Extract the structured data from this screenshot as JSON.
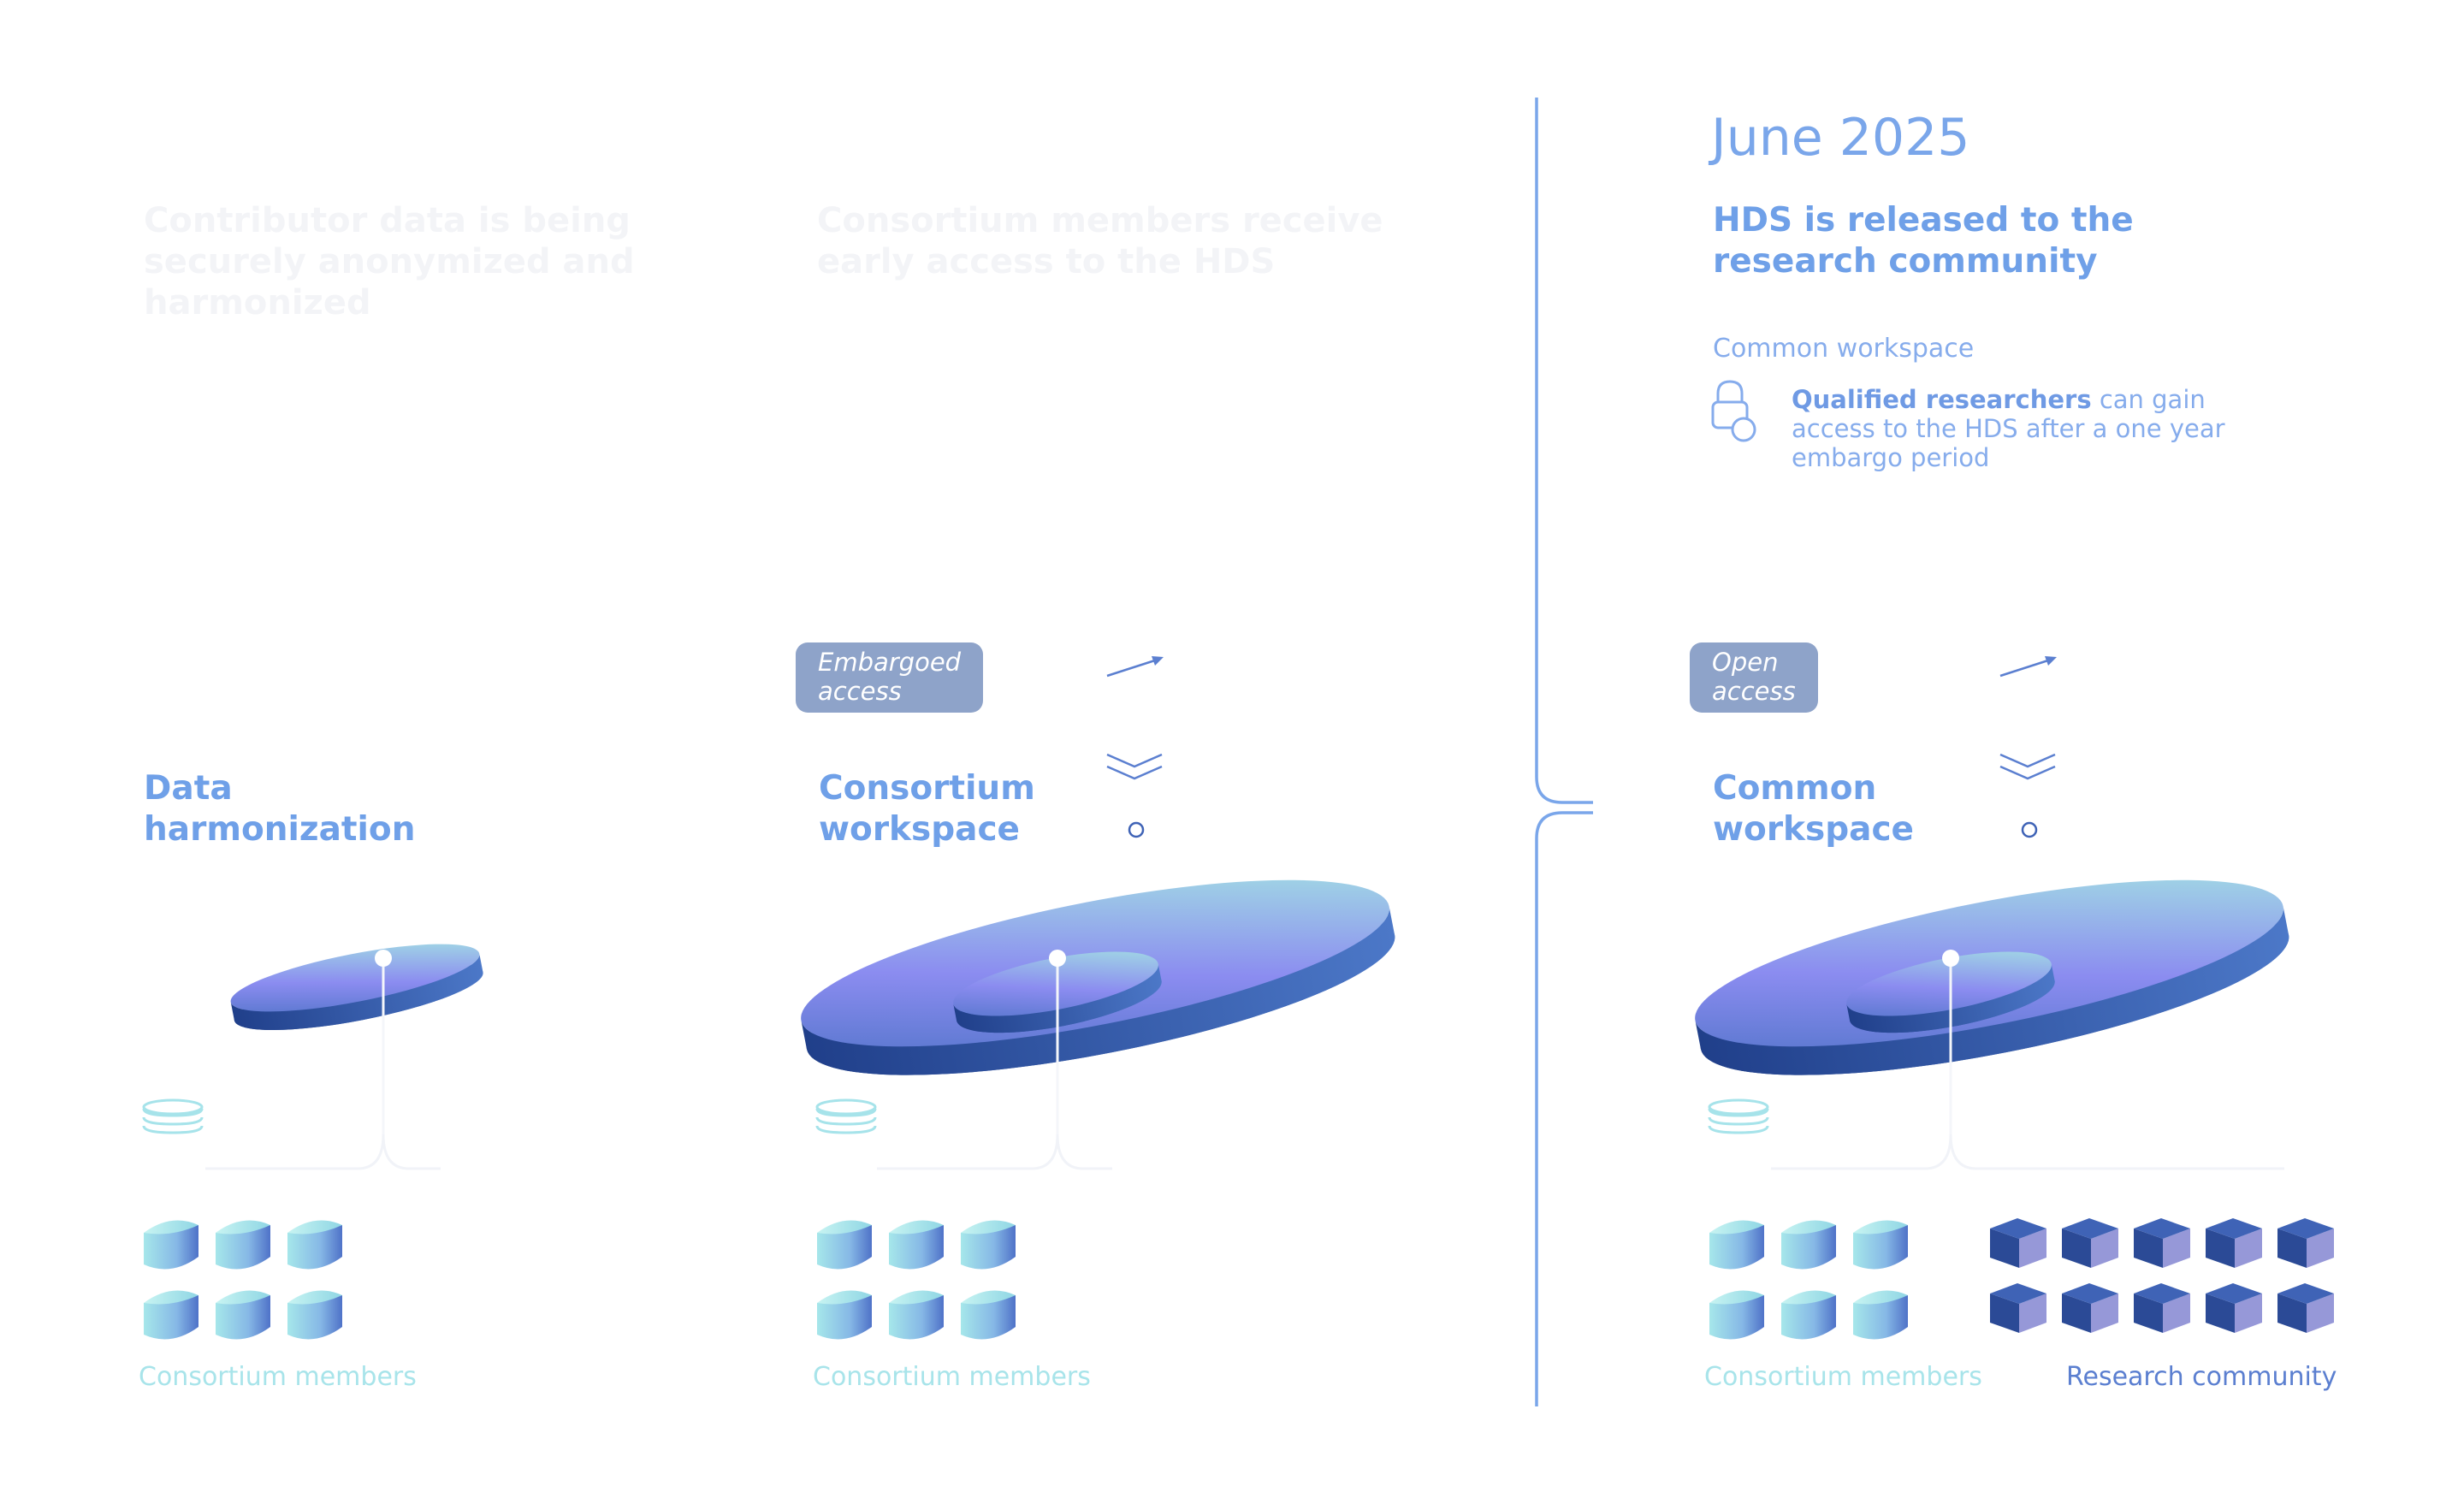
{
  "timeline": [
    {
      "id": "phase-1",
      "headline": "Contributor data is being securely anonymized and harmonized",
      "workspace_title": "Data\nharmonization",
      "members_label": "Consortium members"
    },
    {
      "id": "phase-2",
      "headline": "Consortium members receive early access to the HDS",
      "access_badge": "Embargoed\naccess",
      "workspace_title": "Consortium\nworkspace",
      "members_label": "Consortium members"
    },
    {
      "id": "phase-3",
      "date": "June 2025",
      "headline": "HDS is released to the research community",
      "workspace_label": "Common workspace",
      "note_bold": "Qualified researchers",
      "note_rest": " can gain access to the HDS after a one year embargo period",
      "access_badge": "Open\naccess",
      "workspace_title": "Common\nworkspace",
      "members_label": "Consortium members",
      "community_label": "Research community"
    }
  ],
  "icons": {
    "database_stack": "database-stack-icon",
    "member_cylinder": "cylinder-icon",
    "community_cube": "cube-icon",
    "lock": "padlock-icon",
    "arrow": "arrow-icon",
    "chevrons": "double-chevron-icon",
    "node": "node-dot-icon"
  },
  "colors": {
    "accent": "#6fa0e8",
    "divider": "#7aa6ea",
    "disk_light": "#9fe3e0",
    "disk_mid": "#8d8ff0",
    "disk_dark": "#5a7fd0",
    "disk_edge": "#2a4e9c",
    "cube_dark": "#2b4a96",
    "cube_light": "#9698d8",
    "cyan_text": "#a8e4ea",
    "badge": "#8ea3c9"
  }
}
